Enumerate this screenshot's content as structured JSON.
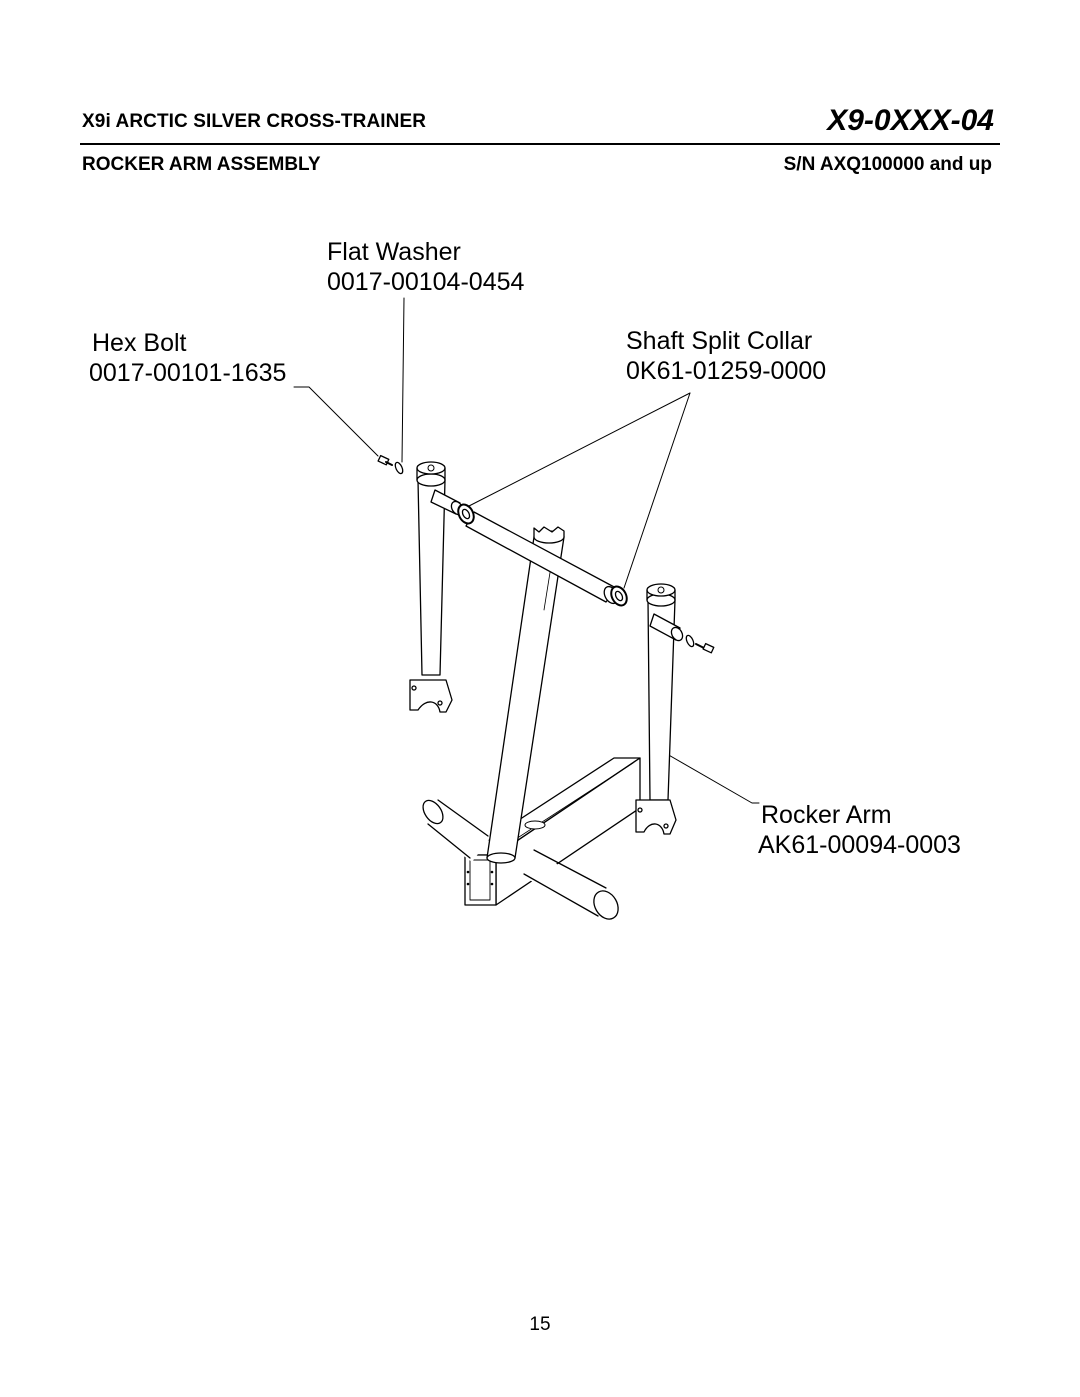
{
  "header": {
    "title": "X9i ARCTIC SILVER CROSS-TRAINER",
    "model": "X9-0XXX-04",
    "section": "ROCKER ARM ASSEMBLY",
    "serial": "S/N AXQ100000 and up"
  },
  "callouts": {
    "flat_washer": {
      "name": "Flat Washer",
      "part_number": "0017-00104-0454"
    },
    "hex_bolt": {
      "name": "Hex Bolt",
      "part_number": "0017-00101-1635"
    },
    "shaft_split_collar": {
      "name": "Shaft Split Collar",
      "part_number": "0K61-01259-0000"
    },
    "rocker_arm": {
      "name": "Rocker Arm",
      "part_number": "AK61-00094-0003"
    }
  },
  "footer": {
    "page_number": "15"
  }
}
